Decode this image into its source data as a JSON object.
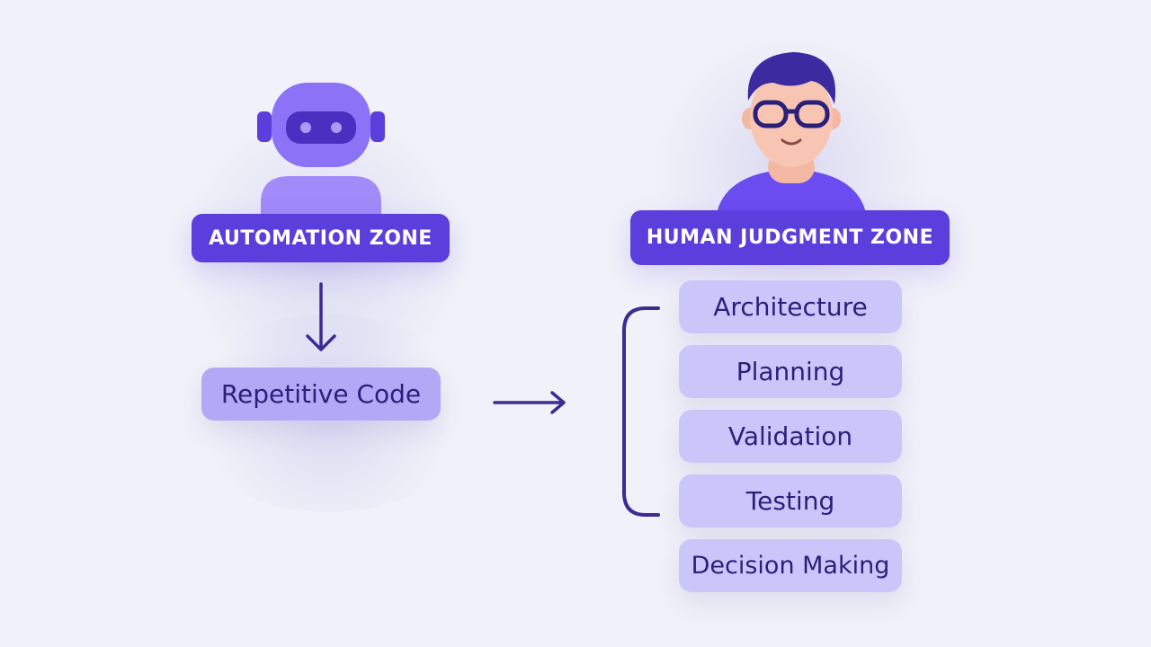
{
  "colors": {
    "background": "#f1f1f9",
    "zone_label": "#5b3fdc",
    "pill": "#cbc6fa",
    "pill_text": "#2a1f7a",
    "robot": "#8b72f7",
    "line": "#3d2a93"
  },
  "automation": {
    "label": "AUTOMATION ZONE",
    "icon": "robot-icon",
    "items": [
      "Repetitive Code"
    ]
  },
  "human": {
    "label": "HUMAN JUDGMENT ZONE",
    "icon": "person-icon",
    "items": [
      "Architecture",
      "Planning",
      "Validation",
      "Testing",
      "Decision Making"
    ]
  }
}
